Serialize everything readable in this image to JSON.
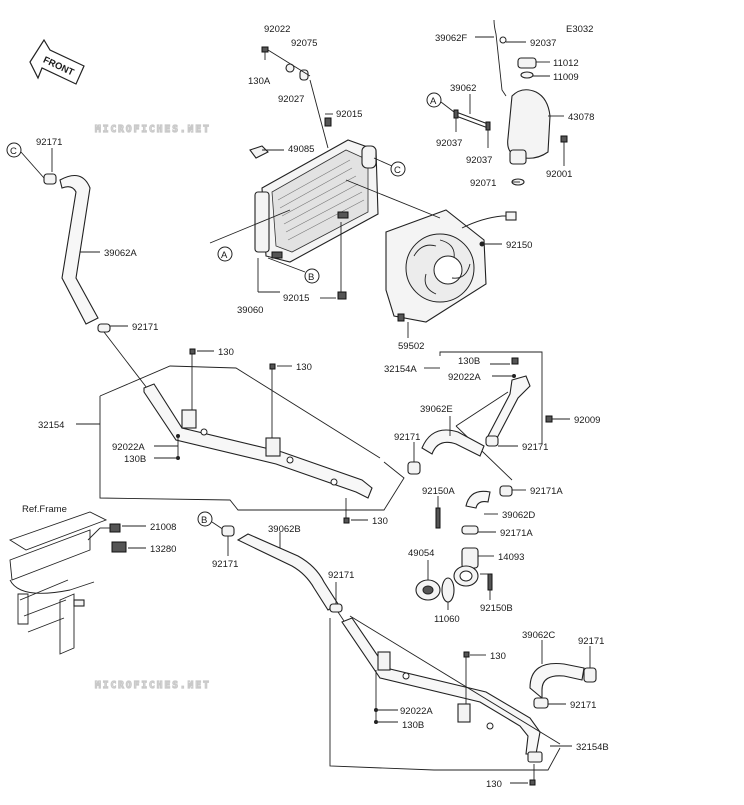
{
  "diagram_code": "E3032",
  "front_label": "FRONT",
  "watermark": "MICROFICHES.NET",
  "ref_frame": "Ref.Frame",
  "callouts": {
    "A": "A",
    "B": "B",
    "C": "C"
  },
  "parts": {
    "p92022_top": "92022",
    "p92075": "92075",
    "p130A": "130A",
    "p92027": "92027",
    "p92015_top": "92015",
    "p49085": "49085",
    "p39062F": "39062F",
    "p92037_top": "92037",
    "p11012": "11012",
    "p11009": "11009",
    "p39062": "39062",
    "p43078": "43078",
    "p92037_l": "92037",
    "p92037_m": "92037",
    "p92071": "92071",
    "p92001": "92001",
    "p92171_topleft": "92171",
    "p39062A": "39062A",
    "p39060": "39060",
    "p92015_bot": "92015",
    "p92150": "92150",
    "p59502": "59502",
    "p92171_mid": "92171",
    "p130_a": "130",
    "p130_b": "130",
    "p32154": "32154",
    "p92022A_l": "92022A",
    "p130B_l": "130B",
    "p130_c": "130",
    "p130B_r": "130B",
    "p32154A": "32154A",
    "p92022A_r": "92022A",
    "p39062E": "39062E",
    "p92009": "92009",
    "p92171_e": "92171",
    "p92171_f": "92171",
    "p92171A_a": "92171A",
    "p92150A": "92150A",
    "p39062D": "39062D",
    "p92171A_b": "92171A",
    "p49054": "49054",
    "p14093": "14093",
    "p11060": "11060",
    "p92150B": "92150B",
    "p21008": "21008",
    "p13280": "13280",
    "p39062B": "39062B",
    "p92171_b1": "92171",
    "p92171_b2": "92171",
    "p130_d": "130",
    "p39062C": "39062C",
    "p92171_c1": "92171",
    "p92171_c2": "92171",
    "p92022A_b": "92022A",
    "p130B_b": "130B",
    "p32154B": "32154B",
    "p130_e": "130"
  }
}
